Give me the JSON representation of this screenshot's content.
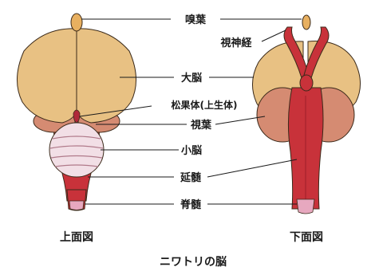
{
  "figure": {
    "title": "ニワトリの脳",
    "views": {
      "top": "上面図",
      "bottom": "下面図"
    }
  },
  "labels": {
    "olfactory": "嗅葉",
    "optic_nerve": "視神経",
    "cerebrum": "大脳",
    "pineal": "松果体(上生体)",
    "optic_lobe": "視葉",
    "cerebellum": "小脳",
    "medulla": "延髄",
    "spinal_cord": "脊髄"
  },
  "colors": {
    "cerebrum": "#e8c183",
    "cerebrum_outline": "#3b2a1a",
    "optic_lobe": "#d58b72",
    "medulla": "#c8323a",
    "medulla_dark": "#9e1f2a",
    "cerebellum": "#f2dfe6",
    "spinal_cord": "#e7a8bf",
    "text": "#1a1a1a"
  }
}
